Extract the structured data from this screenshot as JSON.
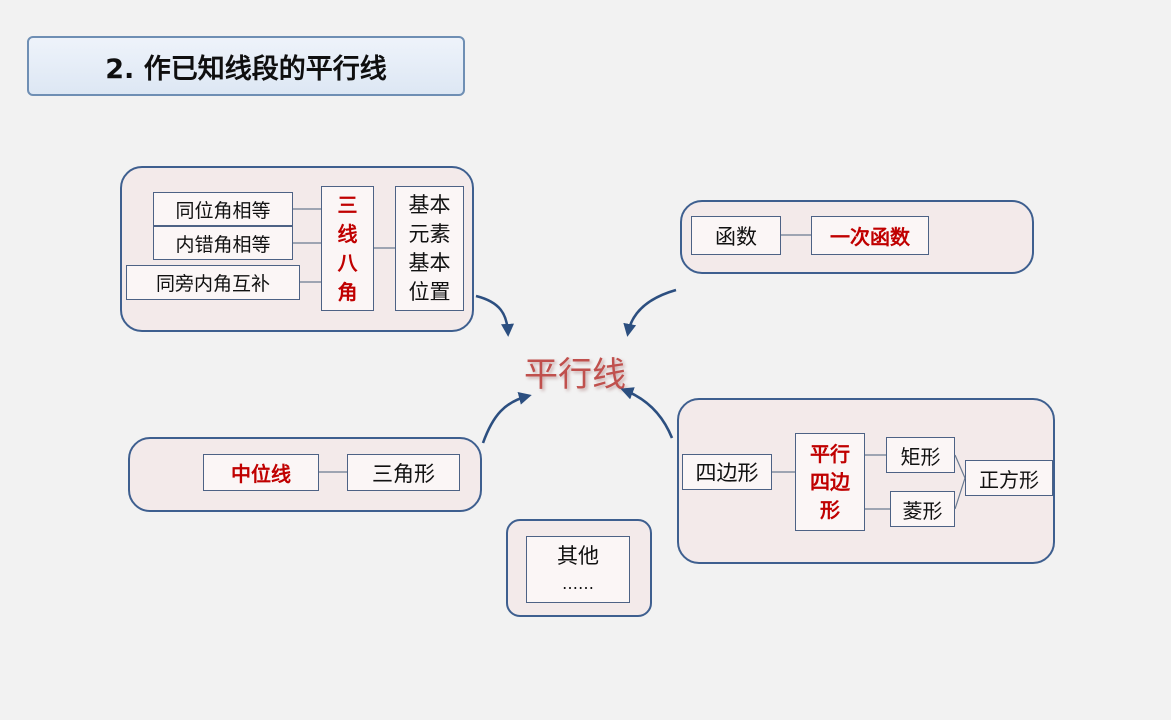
{
  "title": "2. 作已知线段的平行线",
  "center": "平行线",
  "group_angles": {
    "items": [
      "同位角相等",
      "内错角相等",
      "同旁内角互补"
    ],
    "keyword": "三线八角",
    "basics": "基本元素基本位置"
  },
  "group_function": {
    "item": "函数",
    "keyword": "一次函数"
  },
  "group_midline": {
    "keyword": "中位线",
    "item": "三角形"
  },
  "group_quad": {
    "item": "四边形",
    "keyword": "平行四边形",
    "children": [
      "矩形",
      "菱形"
    ],
    "final": "正方形"
  },
  "group_other": {
    "label": "其他",
    "ellipsis": "……"
  }
}
